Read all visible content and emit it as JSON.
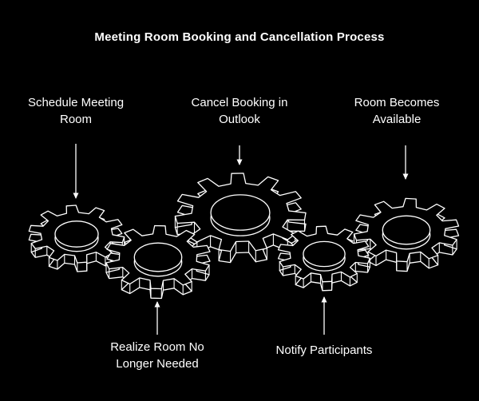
{
  "title": "Meeting Room Booking and Cancellation Process",
  "steps": [
    {
      "label": "Schedule Meeting Room"
    },
    {
      "label": "Cancel Booking in Outlook"
    },
    {
      "label": "Room Becomes Available"
    },
    {
      "label": "Realize Room No Longer Needed"
    },
    {
      "label": "Notify Participants"
    }
  ],
  "colors": {
    "background": "#000000",
    "foreground": "#ffffff"
  }
}
